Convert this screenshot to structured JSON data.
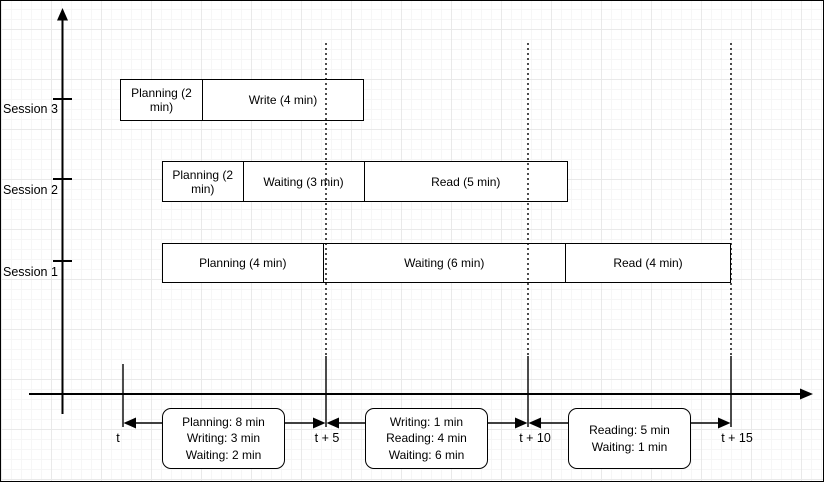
{
  "sessions": [
    {
      "label": "Session 3",
      "segments": [
        "Planning (2 min)",
        "Write (4 min)"
      ]
    },
    {
      "label": "Session 2",
      "segments": [
        "Planning (2 min)",
        "Waiting (3 min)",
        "Read (5 min)"
      ]
    },
    {
      "label": "Session 1",
      "segments": [
        "Planning (4 min)",
        "Waiting (6 min)",
        "Read (4 min)"
      ]
    }
  ],
  "time_labels": [
    "t",
    "t + 5",
    "t + 10",
    "t + 15"
  ],
  "summaries": [
    {
      "lines": [
        "Planning: 8 min",
        "Writing: 3 min",
        "Waiting: 2 min"
      ]
    },
    {
      "lines": [
        "Writing: 1 min",
        "Reading: 4 min",
        "Waiting: 6 min"
      ]
    },
    {
      "lines": [
        "Reading: 5 min",
        "Waiting: 1 min"
      ]
    }
  ],
  "colors": {
    "stroke": "#000000",
    "fill": "#ffffff",
    "grid_minor": "#f6f6f6",
    "grid_major": "#e9e9e9"
  },
  "chart_data": {
    "type": "gantt",
    "x_axis": {
      "unit": "minutes",
      "tick_labels": [
        "t",
        "t + 5",
        "t + 10",
        "t + 15"
      ],
      "tick_spacing_min": 5
    },
    "sessions": [
      {
        "name": "Session 3",
        "start_offset_min": 0,
        "segments": [
          {
            "activity": "Planning",
            "duration_min": 2
          },
          {
            "activity": "Write",
            "duration_min": 4
          }
        ]
      },
      {
        "name": "Session 2",
        "start_offset_min": 1,
        "segments": [
          {
            "activity": "Planning",
            "duration_min": 2
          },
          {
            "activity": "Waiting",
            "duration_min": 3
          },
          {
            "activity": "Read",
            "duration_min": 5
          }
        ]
      },
      {
        "name": "Session 1",
        "start_offset_min": 1,
        "segments": [
          {
            "activity": "Planning",
            "duration_min": 4
          },
          {
            "activity": "Waiting",
            "duration_min": 6
          },
          {
            "activity": "Read",
            "duration_min": 4
          }
        ]
      }
    ],
    "interval_summaries": [
      {
        "from": "t",
        "to": "t + 5",
        "lines": [
          "Planning: 8 min",
          "Writing: 3 min",
          "Waiting: 2 min"
        ]
      },
      {
        "from": "t + 5",
        "to": "t + 10",
        "lines": [
          "Writing: 1 min",
          "Reading: 4 min",
          "Waiting: 6 min"
        ]
      },
      {
        "from": "t + 10",
        "to": "t + 15",
        "lines": [
          "Reading: 5 min",
          "Waiting: 1 min"
        ]
      }
    ]
  }
}
